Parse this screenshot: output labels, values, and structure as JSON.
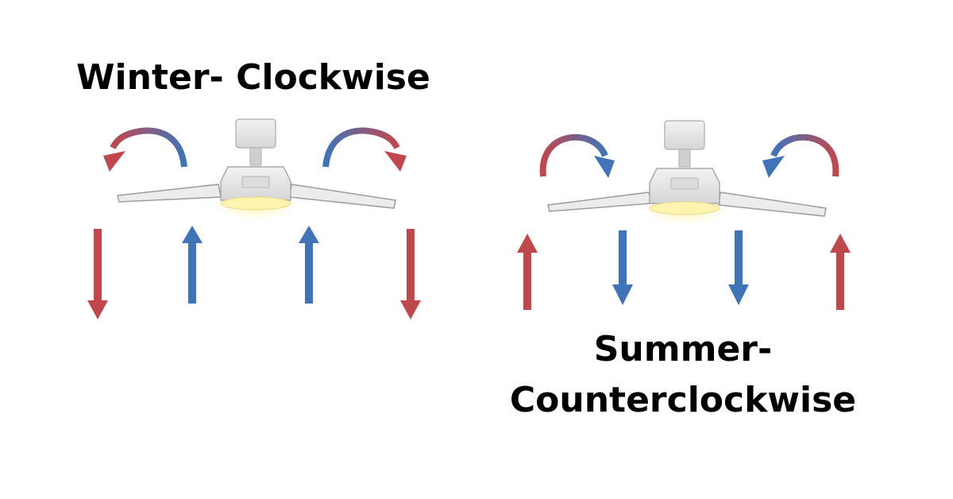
{
  "winter": {
    "label": "Winter- Clockwise"
  },
  "summer": {
    "label_line1": "Summer-",
    "label_line2": "Counterclockwise"
  },
  "colors": {
    "warm_air": "#c0474c",
    "cool_air": "#3f74b8",
    "fan_body": "#e6e6e6",
    "fan_outline": "#a9a9a9",
    "light": "#fff3b0"
  },
  "icons": [
    "ceiling-fan-icon",
    "curved-arrow-icon",
    "straight-arrow-icon"
  ]
}
